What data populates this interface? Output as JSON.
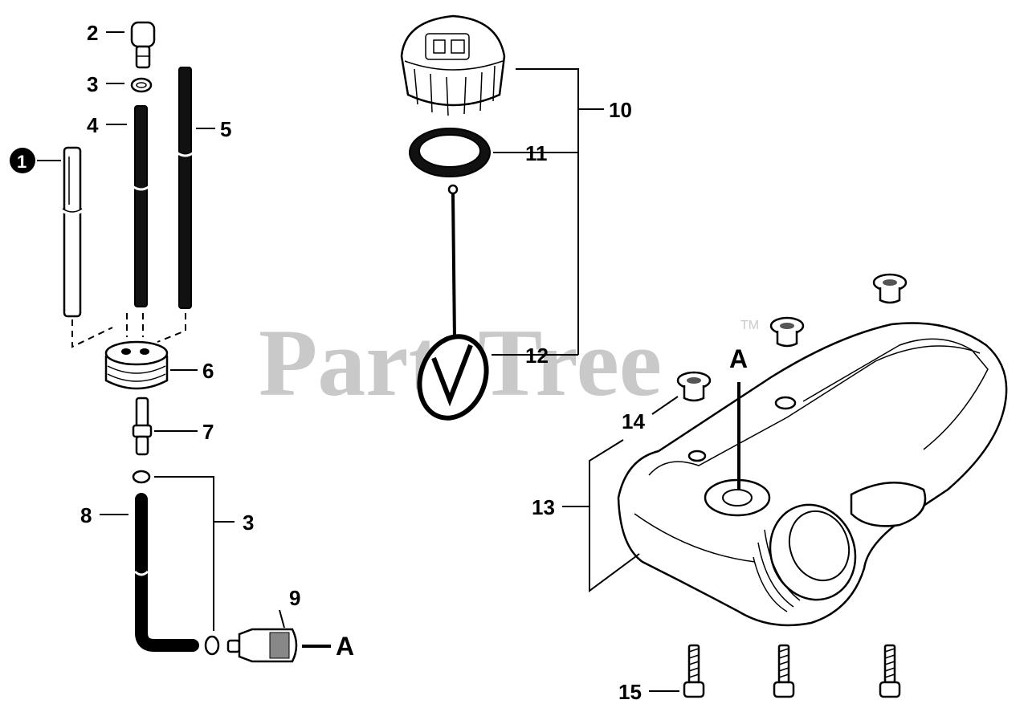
{
  "watermark": {
    "text": "PartsTree",
    "trademark": "TM"
  },
  "callouts": {
    "c1": "1",
    "c2": "2",
    "c3a": "3",
    "c3b": "3",
    "c4": "4",
    "c5": "5",
    "c6": "6",
    "c7": "7",
    "c8": "8",
    "c9": "9",
    "c10": "10",
    "c11": "11",
    "c12": "12",
    "c13": "13",
    "c14": "14",
    "c15": "15"
  },
  "references": {
    "a_fuel_line": "A",
    "a_tank_port": "A"
  }
}
